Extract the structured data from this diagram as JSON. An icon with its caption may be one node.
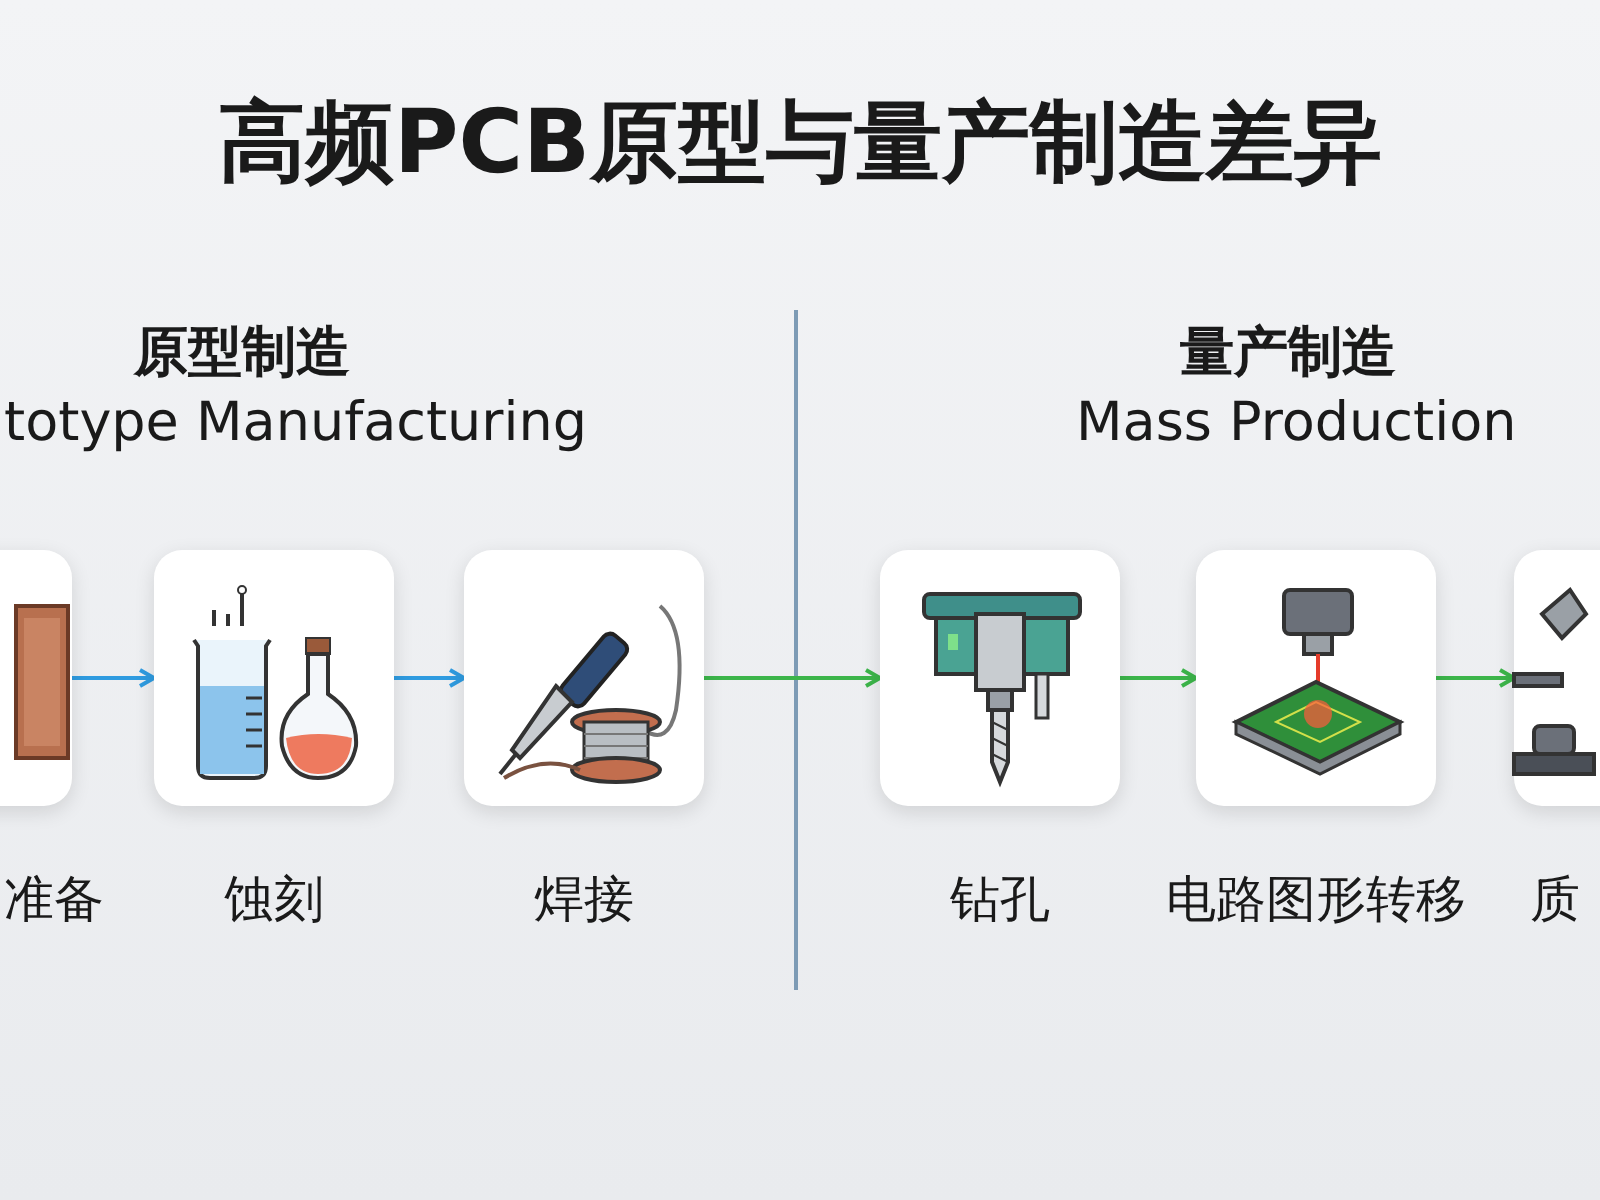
{
  "diagram": {
    "title": "高频PCB原型与量产制造差异",
    "nodes": [
      {
        "text": [
          "准备"
        ]
      },
      {
        "text": [
          "蚀刻"
        ]
      },
      {
        "text": [
          "焊接"
        ]
      },
      {
        "text": [
          "钻孔"
        ]
      },
      {
        "text": [
          "电路图形转移"
        ]
      },
      {
        "text": [
          "质"
        ]
      }
    ],
    "edges": [
      {
        "from": 0,
        "to": 1,
        "arrow": "to",
        "color": "#2f9be0"
      },
      {
        "from": 1,
        "to": 2,
        "arrow": "to",
        "color": "#2f9be0"
      },
      {
        "from": 2,
        "to": 3,
        "arrow": "to"
      },
      {
        "from": 3,
        "to": 4,
        "arrow": "to"
      },
      {
        "from": 4,
        "to": 5,
        "arrow": "to"
      }
    ],
    "labels": [
      "原型制造",
      "totype Manufacturing",
      "量产制造",
      "Mass Production"
    ]
  }
}
